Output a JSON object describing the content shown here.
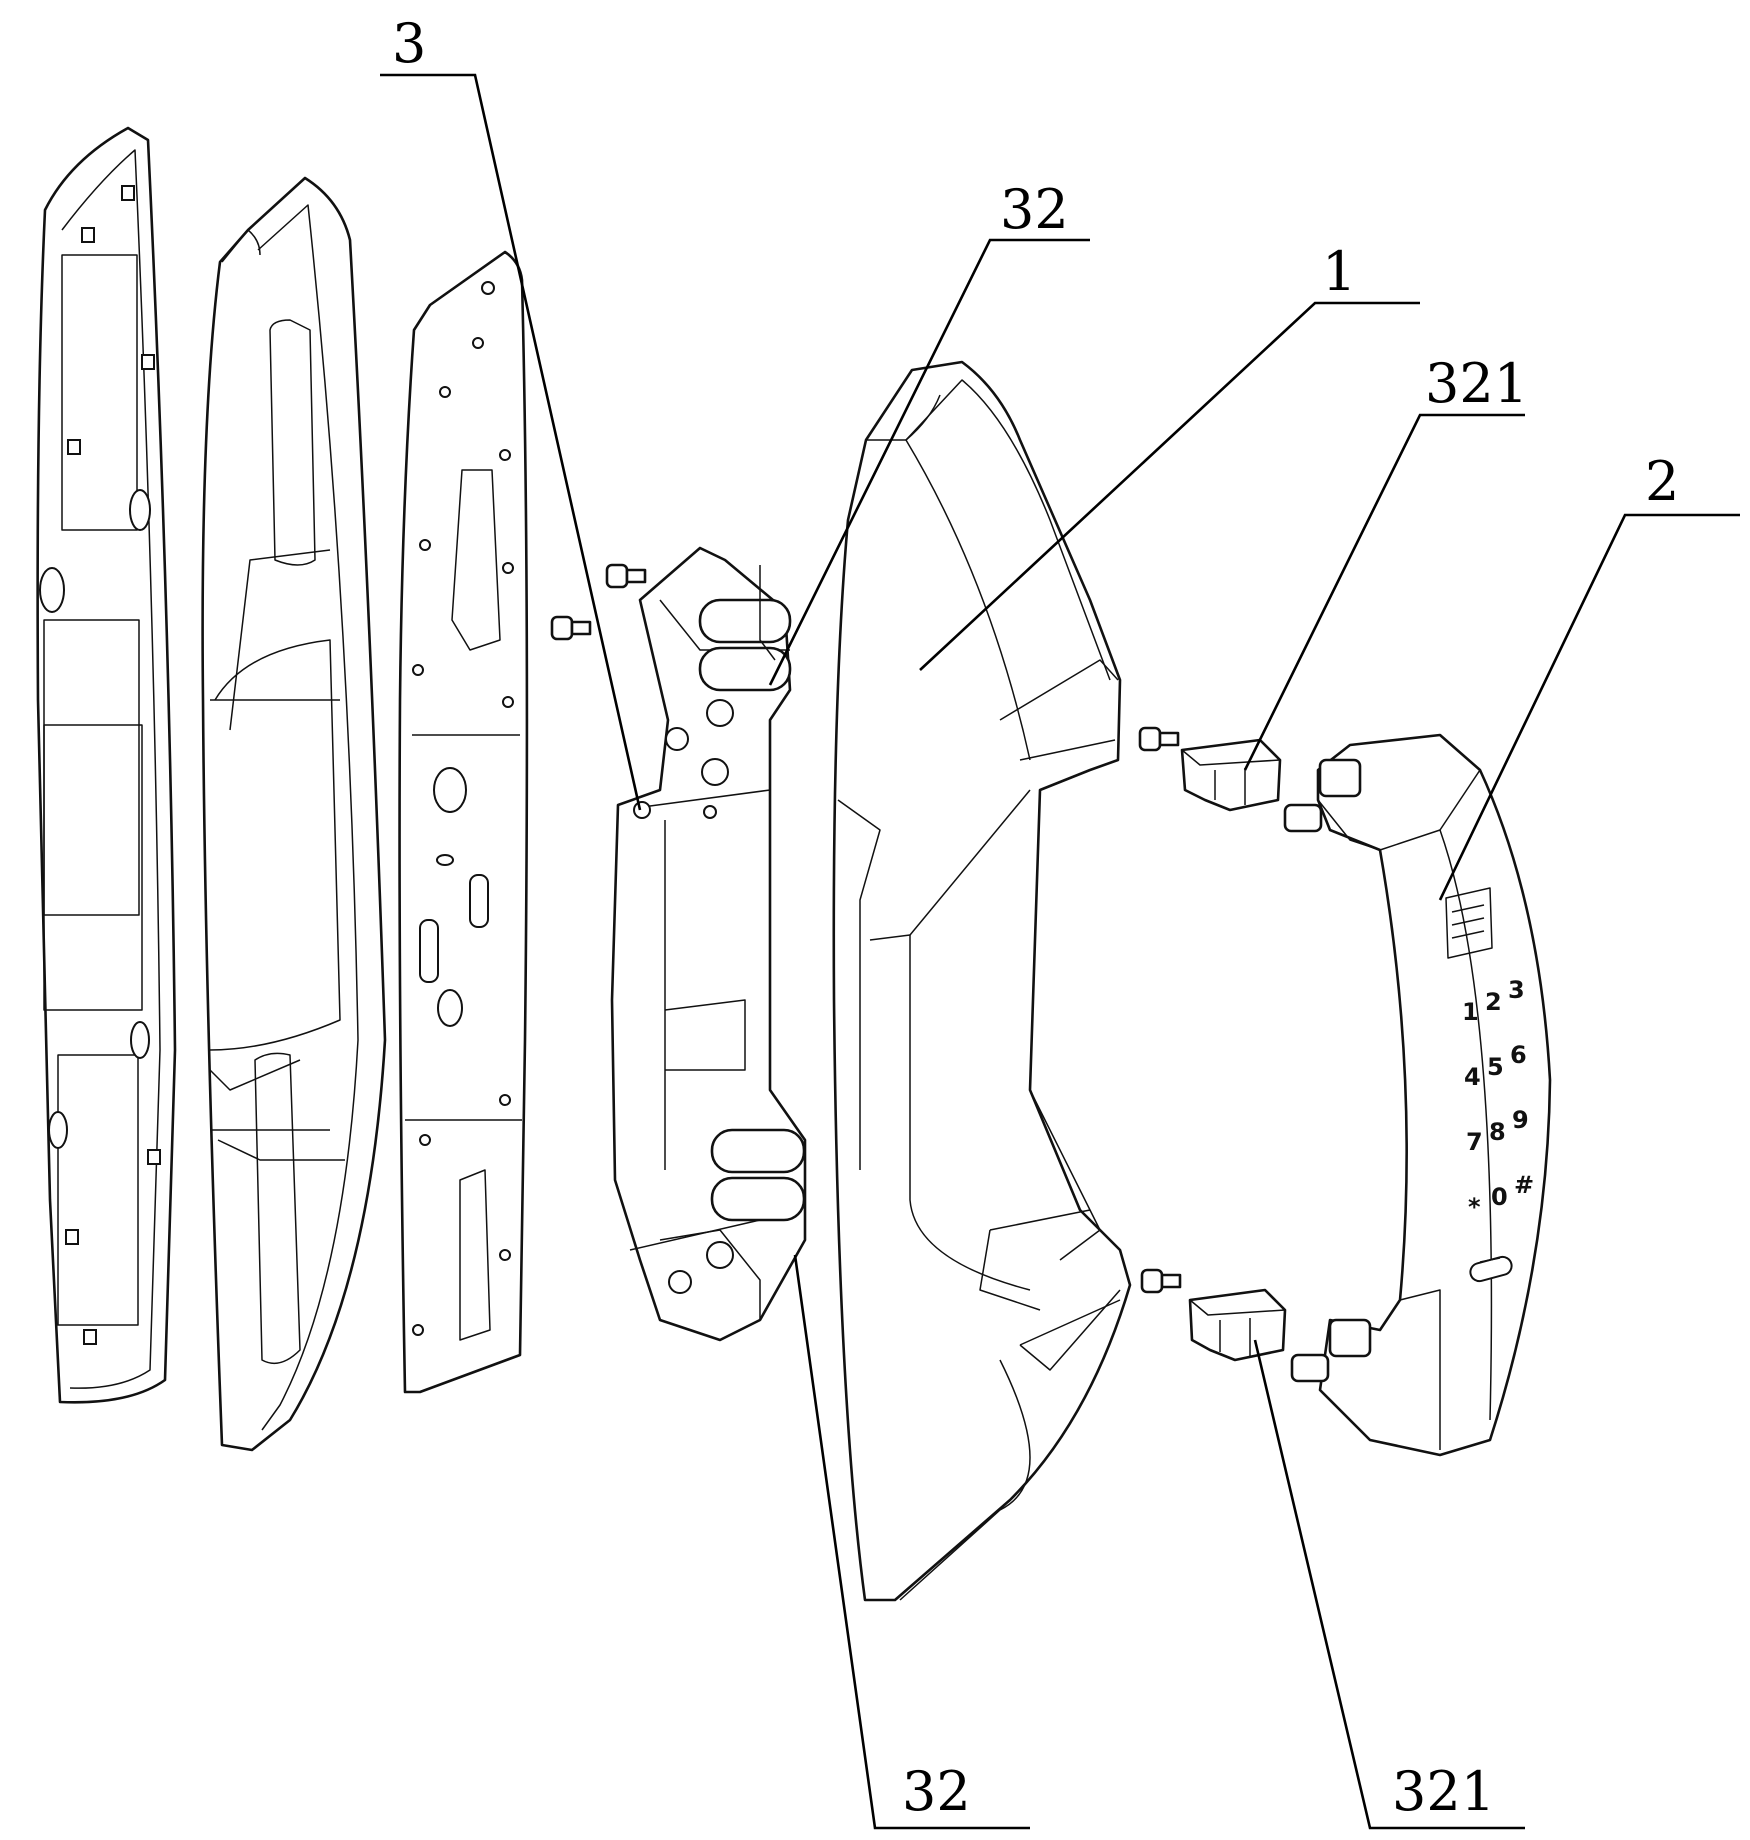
{
  "callouts": {
    "c3": "3",
    "c32_top": "32",
    "c1": "1",
    "c321_top": "321",
    "c2": "2",
    "c32_bottom": "32",
    "c321_bottom": "321"
  },
  "keypad": {
    "keys": [
      "1",
      "2",
      "3",
      "4",
      "5",
      "6",
      "7",
      "8",
      "9",
      "*",
      "0",
      "#"
    ]
  }
}
